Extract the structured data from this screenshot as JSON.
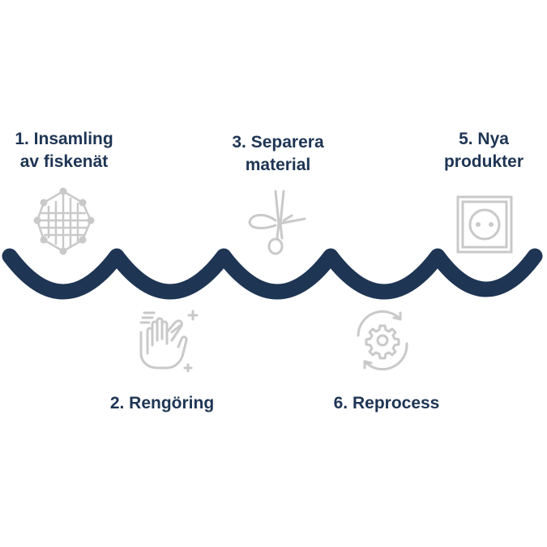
{
  "steps": [
    {
      "line1": "1. Insamling",
      "line2": "av fiskenät",
      "icon": "fishing-net-icon"
    },
    {
      "line1": "2. Rengöring",
      "icon": "washing-hands-icon"
    },
    {
      "line1": "3. Separera",
      "line2": "material",
      "icon": "scissors-icon"
    },
    {
      "line1": "5. Nya",
      "line2": "produkter",
      "icon": "power-outlet-icon"
    },
    {
      "line1": "6. Reprocess",
      "icon": "gear-recycle-icon"
    }
  ],
  "colors": {
    "wave": "#1e3554",
    "text": "#1e3554",
    "icon": "#c9c9c9"
  }
}
